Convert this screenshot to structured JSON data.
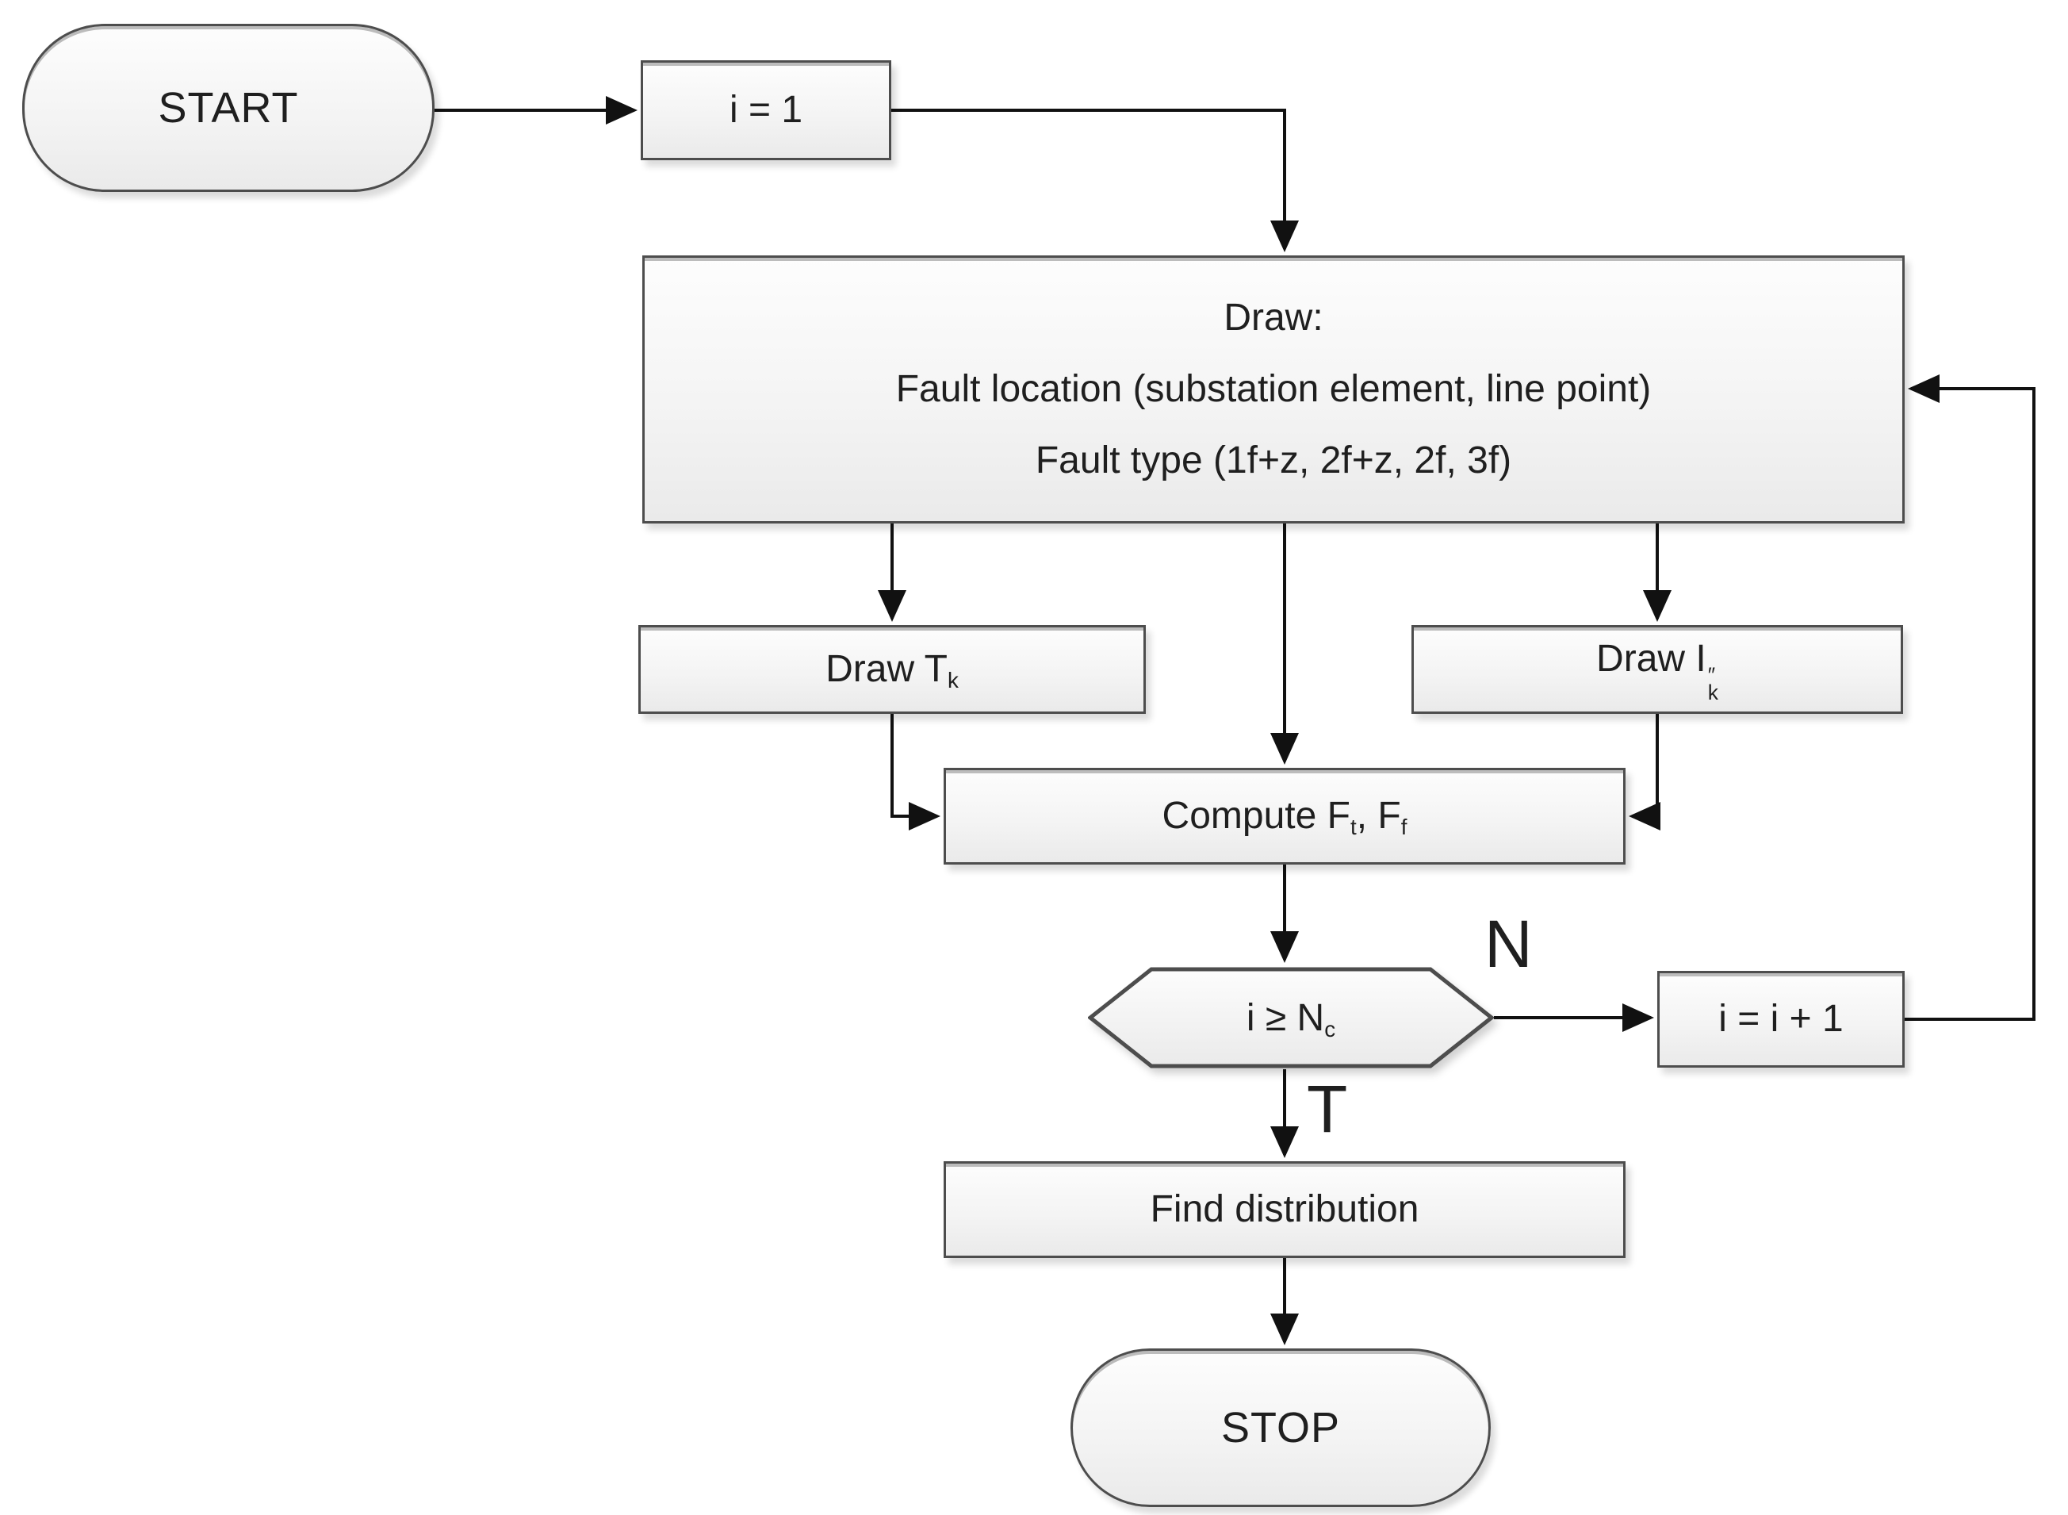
{
  "diagram": {
    "type": "flowchart",
    "nodes": {
      "start": {
        "label": "START"
      },
      "init": {
        "label": "i = 1"
      },
      "draw": {
        "line1": "Draw:",
        "line2": "Fault location (substation element, line point)",
        "line3": "Fault type (1f+z, 2f+z, 2f, 3f)"
      },
      "draw_tk": {
        "text": "Draw T",
        "sub": "k"
      },
      "draw_ik": {
        "text": "Draw I",
        "sub": "k",
        "sup": "″"
      },
      "compute": {
        "p1": "Compute F",
        "s1": "t",
        "p2": ", F",
        "s2": "f"
      },
      "decision": {
        "p1": "i ≥ N",
        "s1": "c"
      },
      "increment": {
        "label": "i = i + 1"
      },
      "find": {
        "label": "Find distribution"
      },
      "stop": {
        "label": "STOP"
      }
    },
    "edge_labels": {
      "no": "N",
      "yes": "T"
    },
    "colors": {
      "node_border": "#4d4d4d",
      "node_fill_top": "#fdfdfd",
      "node_fill_bottom": "#eaeaea",
      "line": "#111111",
      "text": "#1f1f1f"
    }
  }
}
